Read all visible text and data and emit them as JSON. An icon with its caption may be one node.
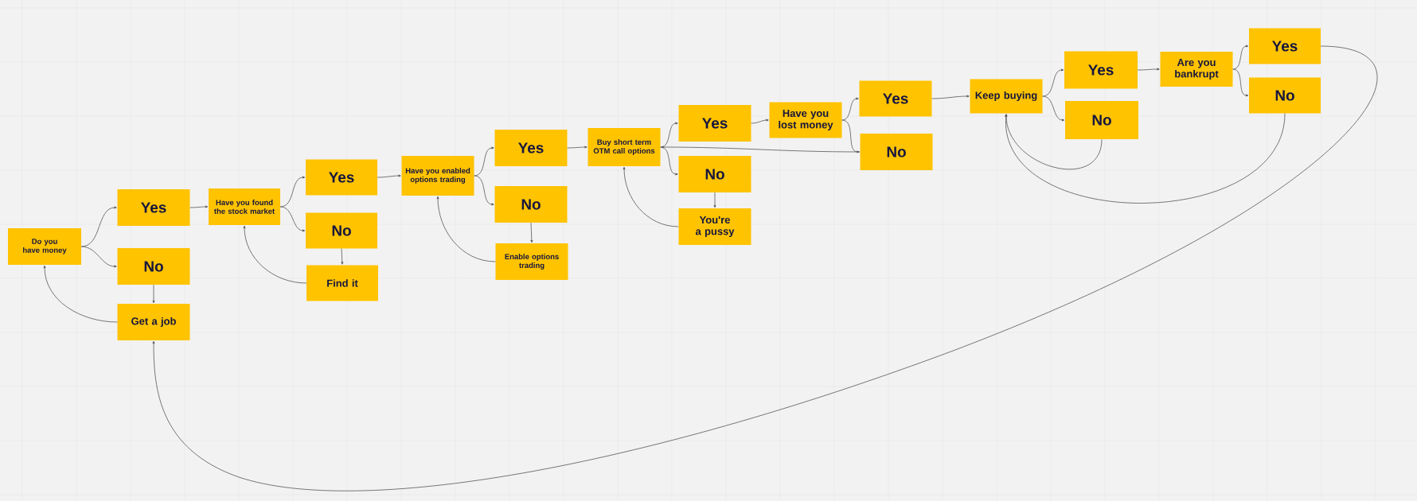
{
  "diagram": {
    "nodes": [
      {
        "text": [
          "Do you have money"
        ]
      },
      {
        "text": [
          "Yes"
        ]
      },
      {
        "text": [
          "No"
        ]
      },
      {
        "text": [
          "Get a job"
        ]
      },
      {
        "text": [
          "Have you found the stock market"
        ]
      },
      {
        "text": [
          "Yes"
        ]
      },
      {
        "text": [
          "No"
        ]
      },
      {
        "text": [
          "Find it"
        ]
      },
      {
        "text": [
          "Have you enabled options trading"
        ]
      },
      {
        "text": [
          "Yes"
        ]
      },
      {
        "text": [
          "No"
        ]
      },
      {
        "text": [
          "Enable options trading"
        ]
      },
      {
        "text": [
          "Buy short term OTM call options"
        ]
      },
      {
        "text": [
          "Yes"
        ]
      },
      {
        "text": [
          "No"
        ]
      },
      {
        "text": [
          "You're a pussy"
        ]
      },
      {
        "text": [
          "Have you lost money"
        ]
      },
      {
        "text": [
          "Yes"
        ]
      },
      {
        "text": [
          "No"
        ]
      },
      {
        "text": [
          "Keep buying"
        ]
      },
      {
        "text": [
          "Yes"
        ]
      },
      {
        "text": [
          "No"
        ]
      },
      {
        "text": [
          "Are you bankrupt"
        ]
      },
      {
        "text": [
          "Yes"
        ]
      },
      {
        "text": [
          "No"
        ]
      }
    ],
    "edges": [
      {
        "from": 0,
        "to": 1,
        "arrow": "to"
      },
      {
        "from": 0,
        "to": 2,
        "arrow": "to"
      },
      {
        "from": 2,
        "to": 3,
        "arrow": "to"
      },
      {
        "from": 3,
        "to": 0,
        "arrow": "to"
      },
      {
        "from": 1,
        "to": 4,
        "arrow": "to"
      },
      {
        "from": 4,
        "to": 5,
        "arrow": "to"
      },
      {
        "from": 4,
        "to": 6,
        "arrow": "to"
      },
      {
        "from": 6,
        "to": 7,
        "arrow": "to"
      },
      {
        "from": 7,
        "to": 4,
        "arrow": "to"
      },
      {
        "from": 5,
        "to": 8,
        "arrow": "to"
      },
      {
        "from": 8,
        "to": 9,
        "arrow": "to"
      },
      {
        "from": 8,
        "to": 10,
        "arrow": "to"
      },
      {
        "from": 10,
        "to": 11,
        "arrow": "to"
      },
      {
        "from": 11,
        "to": 8,
        "arrow": "to"
      },
      {
        "from": 9,
        "to": 12,
        "arrow": "to"
      },
      {
        "from": 12,
        "to": 13,
        "arrow": "to"
      },
      {
        "from": 12,
        "to": 14,
        "arrow": "to"
      },
      {
        "from": 14,
        "to": 15,
        "arrow": "to"
      },
      {
        "from": 15,
        "to": 12,
        "arrow": "to"
      },
      {
        "from": 13,
        "to": 16,
        "arrow": "to"
      },
      {
        "from": 16,
        "to": 17,
        "arrow": "to"
      },
      {
        "from": 16,
        "to": 18,
        "arrow": "to"
      },
      {
        "from": 18,
        "to": 12,
        "arrow": "to"
      },
      {
        "from": 17,
        "to": 19,
        "arrow": "to"
      },
      {
        "from": 19,
        "to": 20,
        "arrow": "to"
      },
      {
        "from": 19,
        "to": 21,
        "arrow": "to"
      },
      {
        "from": 21,
        "to": 19,
        "arrow": "to"
      },
      {
        "from": 20,
        "to": 22,
        "arrow": "to"
      },
      {
        "from": 22,
        "to": 23,
        "arrow": "to"
      },
      {
        "from": 22,
        "to": 24,
        "arrow": "to"
      },
      {
        "from": 24,
        "to": 19,
        "arrow": "to"
      },
      {
        "from": 23,
        "to": 3,
        "arrow": "to"
      }
    ]
  }
}
